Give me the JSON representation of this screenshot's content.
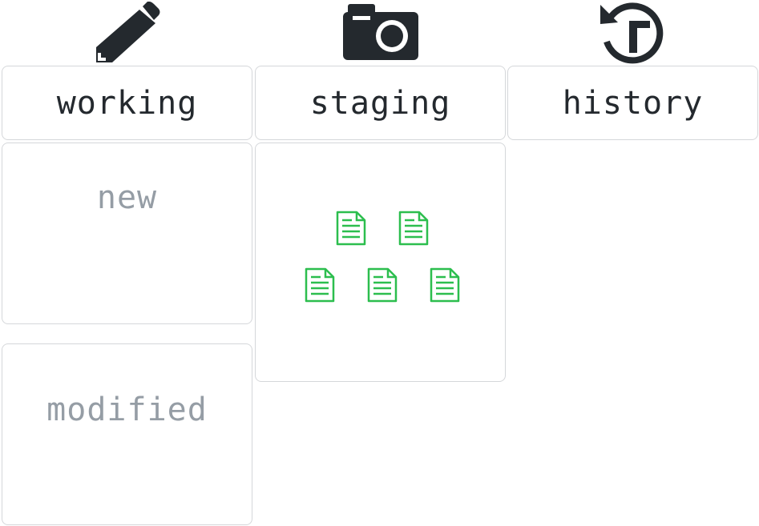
{
  "columns": {
    "working": {
      "label": "working",
      "icon": "pencil-icon"
    },
    "staging": {
      "label": "staging",
      "icon": "camera-icon"
    },
    "history": {
      "label": "history",
      "icon": "history-icon"
    }
  },
  "working_sections": {
    "new": {
      "label": "new"
    },
    "modified": {
      "label": "modified"
    }
  },
  "staging_files": {
    "count": 5,
    "icon": "file-icon",
    "color": "#2cbe4e"
  },
  "colors": {
    "icon": "#24292e",
    "header_text": "#24292e",
    "section_text": "#959da5",
    "border": "#d5d7da",
    "file": "#2cbe4e"
  }
}
